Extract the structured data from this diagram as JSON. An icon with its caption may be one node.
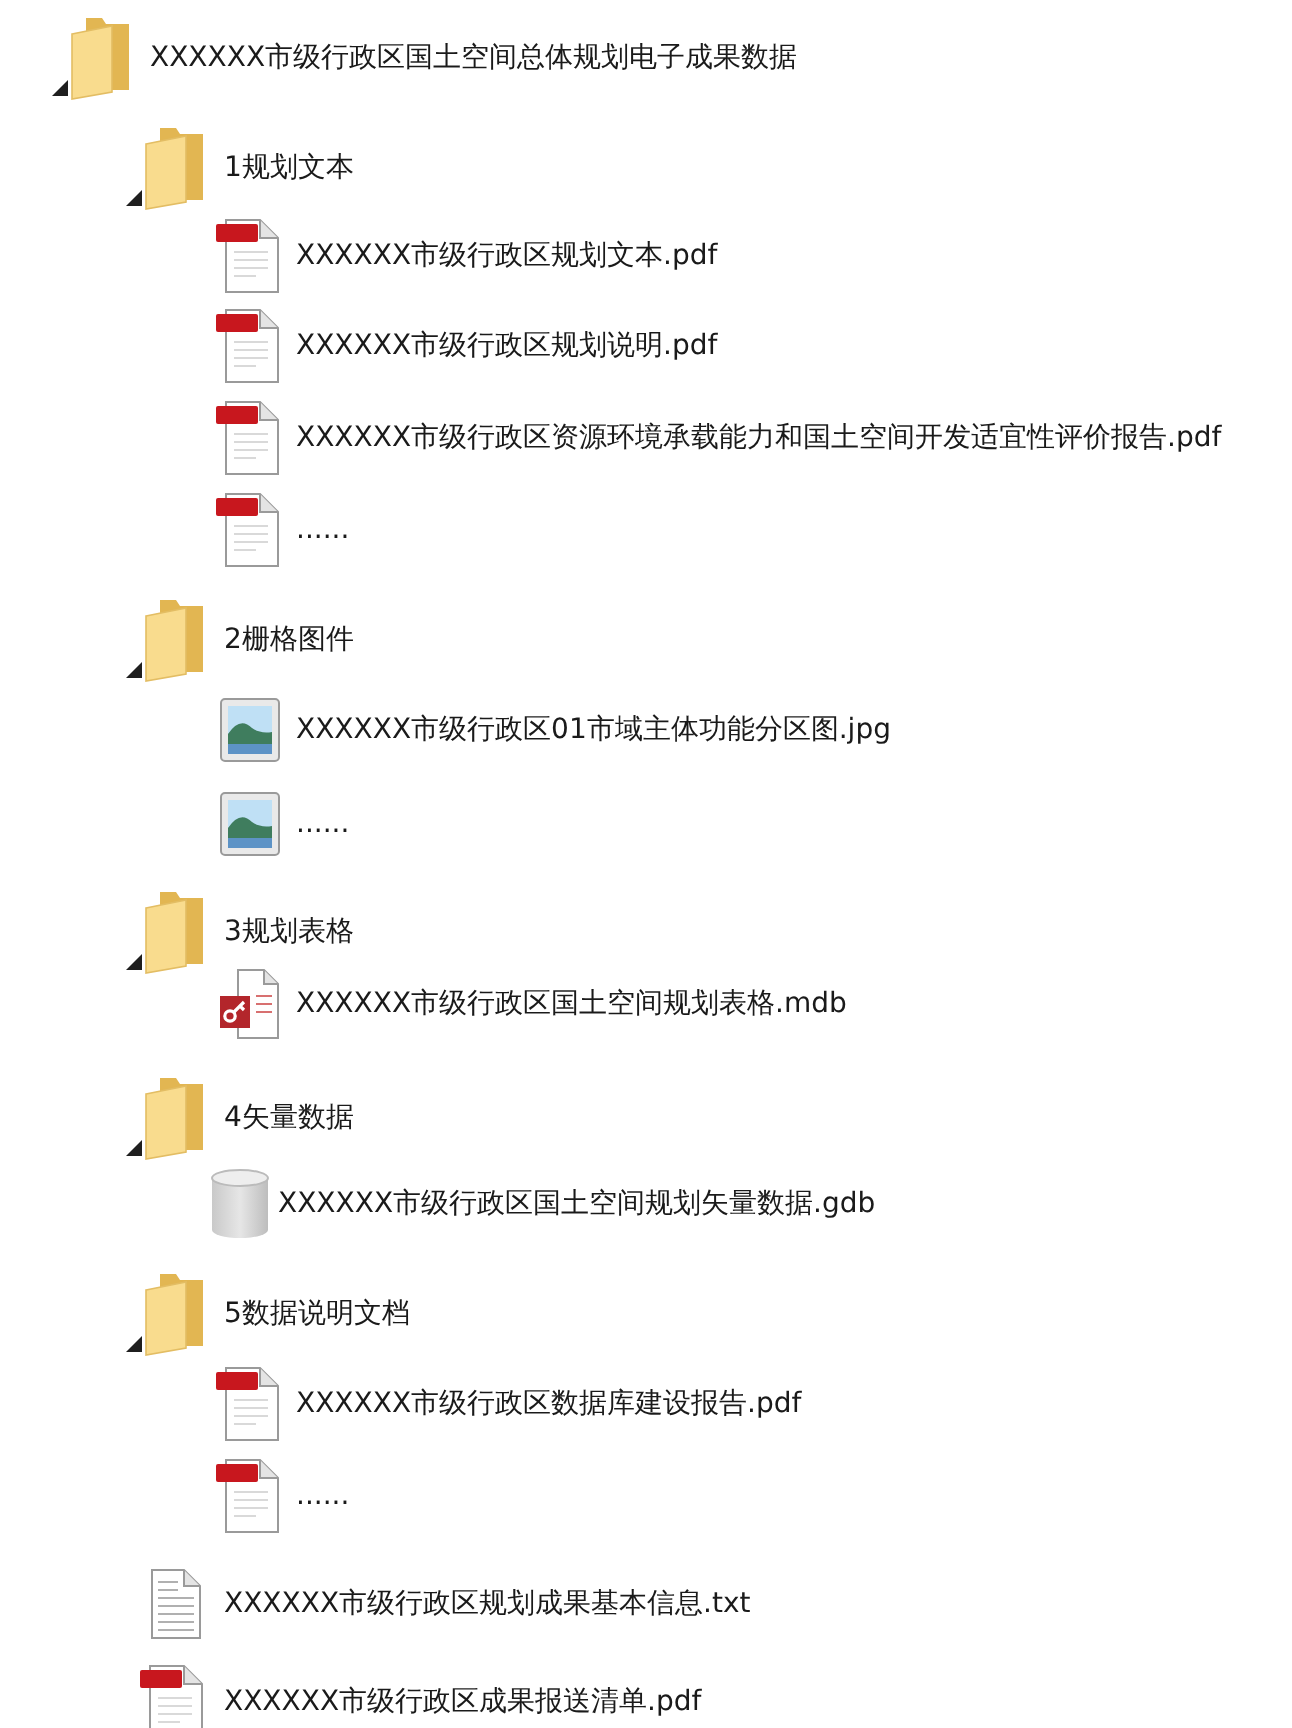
{
  "diagram": {
    "labels": [
      "XXXXXX市级行政区国土空间总体规划电子成果数据",
      "1规划文本",
      "XXXXXX市级行政区规划文本.pdf",
      "XXXXXX市级行政区规划说明.pdf",
      "XXXXXX市级行政区资源环境承载能力和国土空间开发适宜性评价报告.pdf",
      "......",
      "2栅格图件",
      "XXXXXX市级行政区01市域主体功能分区图.jpg",
      "......",
      "3规划表格",
      "XXXXXX市级行政区国土空间规划表格.mdb",
      "4矢量数据",
      "XXXXXX市级行政区国土空间规划矢量数据.gdb",
      "5数据说明文档",
      "XXXXXX市级行政区数据库建设报告.pdf",
      "......",
      "XXXXXX市级行政区规划成果基本信息.txt",
      "XXXXXX市级行政区成果报送清单.pdf"
    ]
  }
}
